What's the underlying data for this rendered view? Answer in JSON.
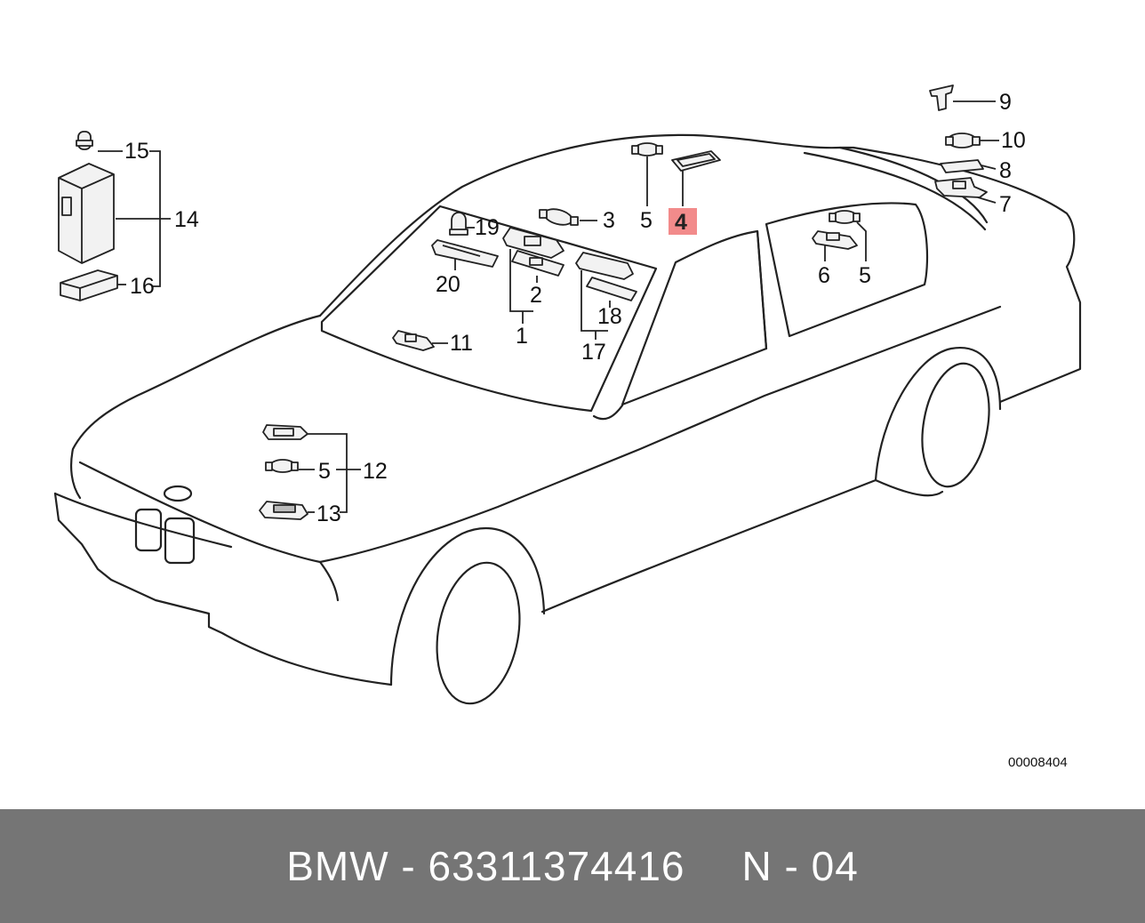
{
  "diagram": {
    "labels": [
      "1",
      "2",
      "3",
      "4",
      "5",
      "6",
      "7",
      "8",
      "9",
      "10",
      "11",
      "12",
      "13",
      "14",
      "15",
      "16",
      "17",
      "18",
      "19",
      "20"
    ],
    "label_5": "5",
    "highlight_color": "#f28b8b",
    "reference": "00008404"
  },
  "footer": {
    "brand": "BMW",
    "separator": "-",
    "part_number": "63311374416",
    "position_code": "N - 04"
  }
}
